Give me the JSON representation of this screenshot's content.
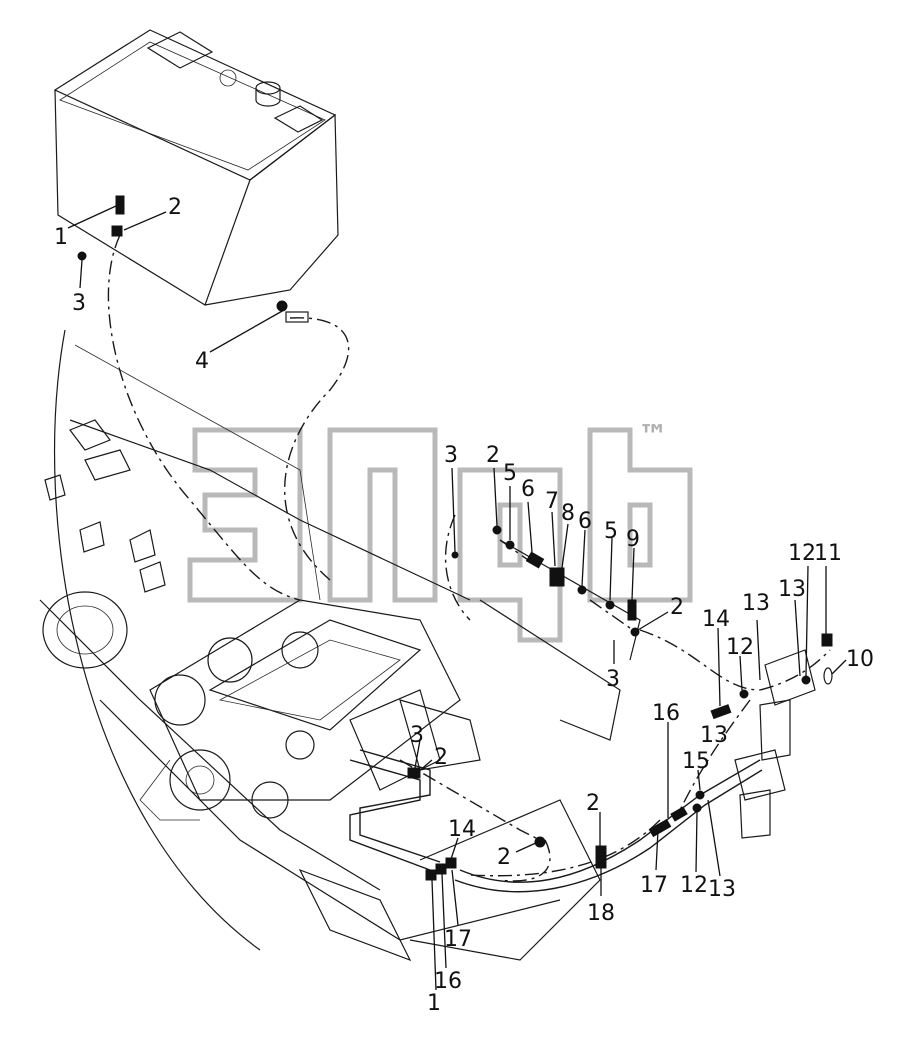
{
  "watermark": {
    "mark": "™"
  },
  "callouts": [
    {
      "id": "c1",
      "text": "1"
    },
    {
      "id": "c2",
      "text": "2"
    },
    {
      "id": "c3",
      "text": "3"
    },
    {
      "id": "c4",
      "text": "4"
    },
    {
      "id": "c5",
      "text": "3"
    },
    {
      "id": "c6",
      "text": "2"
    },
    {
      "id": "c7",
      "text": "5"
    },
    {
      "id": "c8",
      "text": "6"
    },
    {
      "id": "c9",
      "text": "7"
    },
    {
      "id": "c10",
      "text": "8"
    },
    {
      "id": "c11",
      "text": "6"
    },
    {
      "id": "c12",
      "text": "5"
    },
    {
      "id": "c13",
      "text": "9"
    },
    {
      "id": "c14",
      "text": "2"
    },
    {
      "id": "c15",
      "text": "3"
    },
    {
      "id": "c16",
      "text": "14"
    },
    {
      "id": "c17",
      "text": "13"
    },
    {
      "id": "c18",
      "text": "12"
    },
    {
      "id": "c19",
      "text": "13"
    },
    {
      "id": "c20",
      "text": "13"
    },
    {
      "id": "c21",
      "text": "12"
    },
    {
      "id": "c22",
      "text": "11"
    },
    {
      "id": "c23",
      "text": "10"
    },
    {
      "id": "c24",
      "text": "3"
    },
    {
      "id": "c25",
      "text": "2"
    },
    {
      "id": "c26",
      "text": "16"
    },
    {
      "id": "c27",
      "text": "15"
    },
    {
      "id": "c28",
      "text": "14"
    },
    {
      "id": "c29",
      "text": "2"
    },
    {
      "id": "c30",
      "text": "2"
    },
    {
      "id": "c31",
      "text": "17"
    },
    {
      "id": "c32",
      "text": "12"
    },
    {
      "id": "c33",
      "text": "13"
    },
    {
      "id": "c34",
      "text": "18"
    },
    {
      "id": "c35",
      "text": "17"
    },
    {
      "id": "c36",
      "text": "16"
    },
    {
      "id": "c37",
      "text": "1"
    }
  ]
}
